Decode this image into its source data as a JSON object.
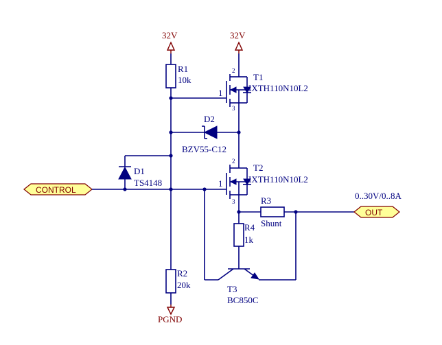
{
  "power": {
    "left_rail": "32V",
    "right_rail": "32V",
    "ground": "PGND"
  },
  "ports": {
    "control": "CONTROL",
    "out": "OUT"
  },
  "output_spec": "0..30V/0..8A",
  "components": {
    "r1": {
      "ref": "R1",
      "value": "10k"
    },
    "r2": {
      "ref": "R2",
      "value": "20k"
    },
    "r3": {
      "ref": "R3",
      "value": "Shunt"
    },
    "r4": {
      "ref": "R4",
      "value": "1k"
    },
    "d1": {
      "ref": "D1",
      "value": "TS4148"
    },
    "d2": {
      "ref": "D2",
      "value": "BZV55-C12"
    },
    "t1": {
      "ref": "T1",
      "value": "IXTH110N10L2",
      "pin_gate": "1",
      "pin_drain": "2",
      "pin_source": "3"
    },
    "t2": {
      "ref": "T2",
      "value": "IXTH110N10L2",
      "pin_gate": "1",
      "pin_drain": "2",
      "pin_source": "3"
    },
    "t3": {
      "ref": "T3",
      "value": "BC850C"
    }
  }
}
